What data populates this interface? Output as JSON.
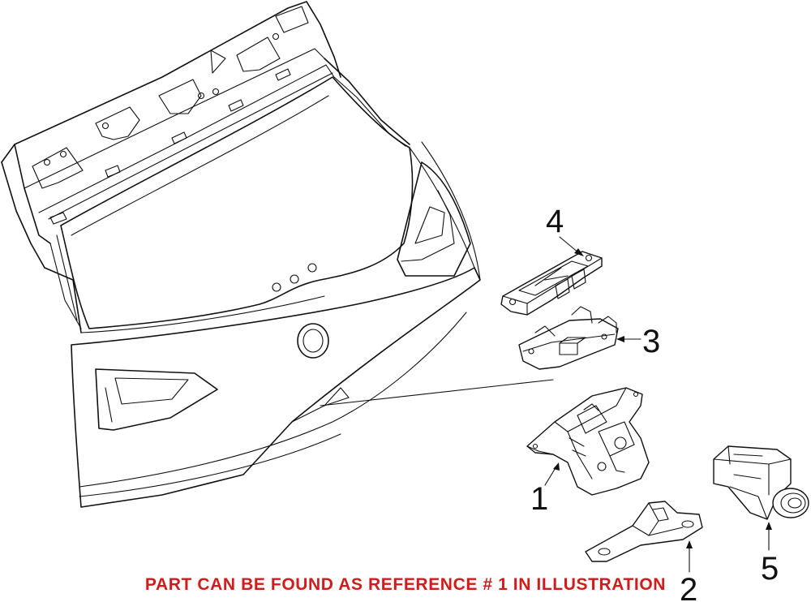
{
  "diagram": {
    "callouts": [
      {
        "id": "1",
        "label": "1"
      },
      {
        "id": "2",
        "label": "2"
      },
      {
        "id": "3",
        "label": "3"
      },
      {
        "id": "4",
        "label": "4"
      },
      {
        "id": "5",
        "label": "5"
      }
    ],
    "notice": "PART CAN BE FOUND AS REFERENCE # 1 IN ILLUSTRATION",
    "colors": {
      "notice": "#d01c1c",
      "line": "#111111",
      "background": "#ffffff"
    }
  }
}
